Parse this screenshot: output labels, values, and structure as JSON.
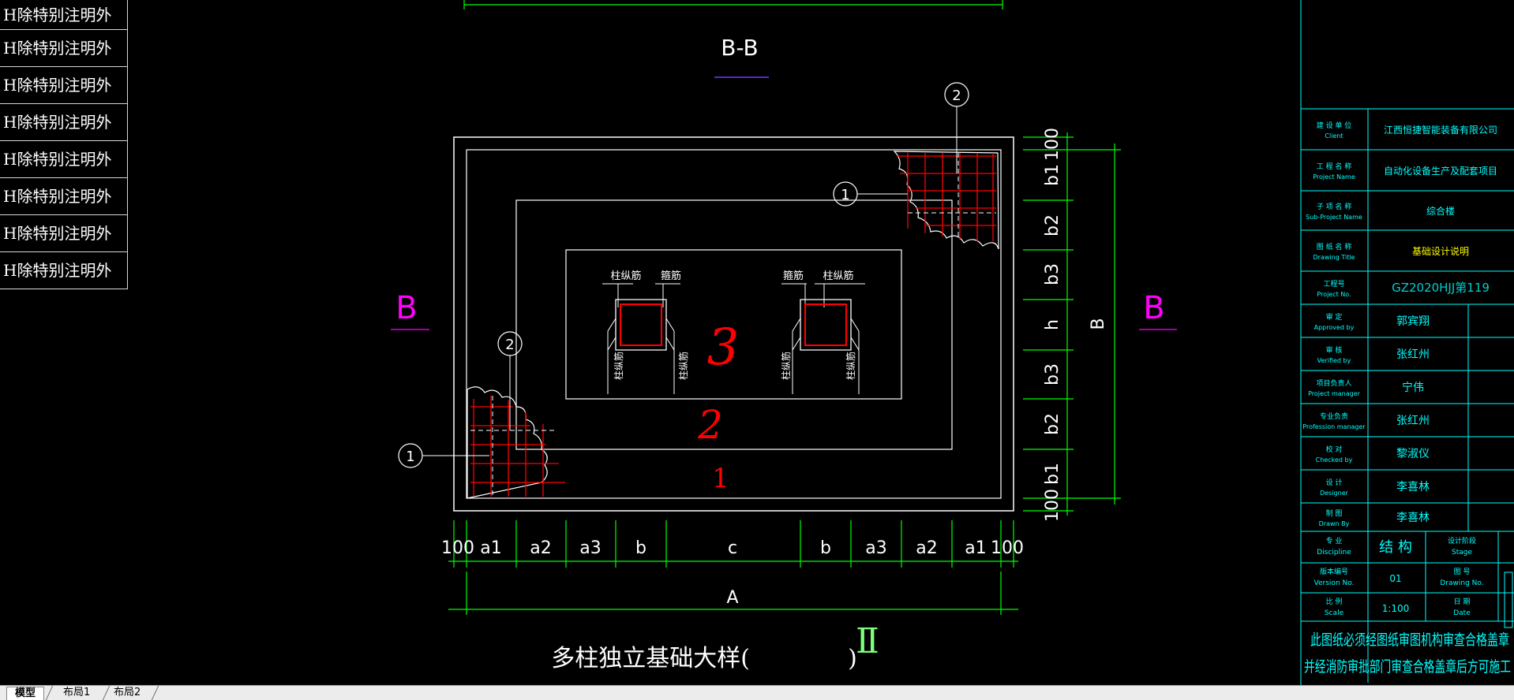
{
  "left_notes": [
    "H除特别注明外",
    "H除特别注明外",
    "H除特别注明外",
    "H除特别注明外",
    "H除特别注明外",
    "H除特别注明外",
    "H除特别注明外",
    "H除特别注明外"
  ],
  "drawing": {
    "section_title": "B-B",
    "section_mark_left": "B",
    "section_mark_right": "B",
    "bottom_caption": "多柱独立基础大样(",
    "bottom_caption_paren": ")",
    "caption_mark": "Ⅱ",
    "callout_1": "1",
    "callout_2": "2",
    "callout_2b": "2",
    "callout_1b": "1",
    "zone_1": "1",
    "zone_2": "2",
    "zone_3": "3",
    "bottom_dims": [
      "100",
      "a1",
      "a2",
      "a3",
      "b",
      "c",
      "b",
      "a3",
      "a2",
      "a1",
      "100"
    ],
    "dim_total_horizontal": "A",
    "right_dims": [
      "100",
      "b1",
      "b2",
      "b3",
      "h",
      "b3",
      "b2",
      "b1",
      "100"
    ],
    "dim_total_vertical": "B",
    "col_labels": {
      "left_top_a": "柱纵筋",
      "left_top_b": "箍筋",
      "right_top_a": "箍筋",
      "right_top_b": "柱纵筋",
      "bottom_a": "柱纵筋",
      "bottom_b": "柱纵筋"
    }
  },
  "title_block": {
    "rows": [
      {
        "label_cn": "建 设 单 位",
        "label_en": "Client",
        "value": "江西恒捷智能装备有限公司",
        "value_color": "#00ffff"
      },
      {
        "label_cn": "工 程 名 称",
        "label_en": "Project Name",
        "value": "自动化设备生产及配套项目",
        "value_color": "#00ffff"
      },
      {
        "label_cn": "子 项 名 称",
        "label_en": "Sub-Project Name",
        "value": "综合楼",
        "value_color": "#00ffff"
      },
      {
        "label_cn": "图 纸 名 称",
        "label_en": "Drawing Title",
        "value": "基础设计说明",
        "value_color": "#ffff00"
      },
      {
        "label_cn": "工程号",
        "label_en": "Project No.",
        "value": "GZ2020HJJ第119",
        "value_color": "#00cfcf"
      },
      {
        "label_cn": "审 定",
        "label_en": "Approved by",
        "value": "郭宾翔",
        "value_color": "#00ffff"
      },
      {
        "label_cn": "审 核",
        "label_en": "Verified by",
        "value": "张红州",
        "value_color": "#00ffff"
      },
      {
        "label_cn": "项目负责人",
        "label_en": "Project manager",
        "value": "宁伟",
        "value_color": "#00ffff"
      },
      {
        "label_cn": "专业负责",
        "label_en": "Profession manager",
        "value": "张红州",
        "value_color": "#00ffff"
      },
      {
        "label_cn": "校 对",
        "label_en": "Checked by",
        "value": "黎淑仪",
        "value_color": "#00ffff"
      },
      {
        "label_cn": "设 计",
        "label_en": "Designer",
        "value": "李喜林",
        "value_color": "#00ffff"
      },
      {
        "label_cn": "制 图",
        "label_en": "Drawn By",
        "value": "李喜林",
        "value_color": "#00ffff"
      }
    ],
    "discipline_label_cn": "专 业",
    "discipline_label_en": "Discipline",
    "discipline_value": "结 构",
    "stage_label_cn": "设计阶段",
    "stage_label_en": "Stage",
    "version_label_cn": "版本编号",
    "version_label_en": "Version No.",
    "version_value": "01",
    "drawing_no_label_cn": "图 号",
    "drawing_no_label_en": "Drawing No.",
    "scale_label_cn": "比 例",
    "scale_label_en": "Scale",
    "scale_value": "1:100",
    "date_label_cn": "日 期",
    "date_label_en": "Date",
    "notice_line1": "此图纸必须经图纸审图机构审查合格盖章",
    "notice_line2": "并经消防审批部门审查合格盖章后方可施工"
  },
  "tabs": [
    "模型",
    "布局1",
    "布局2"
  ],
  "colors": {
    "background": "#000000",
    "outline": "#ffffff",
    "dimension": "#00ff00",
    "rebar": "#ff0000",
    "section_mark": "#ff00ff",
    "title_block": "#00ffff"
  }
}
